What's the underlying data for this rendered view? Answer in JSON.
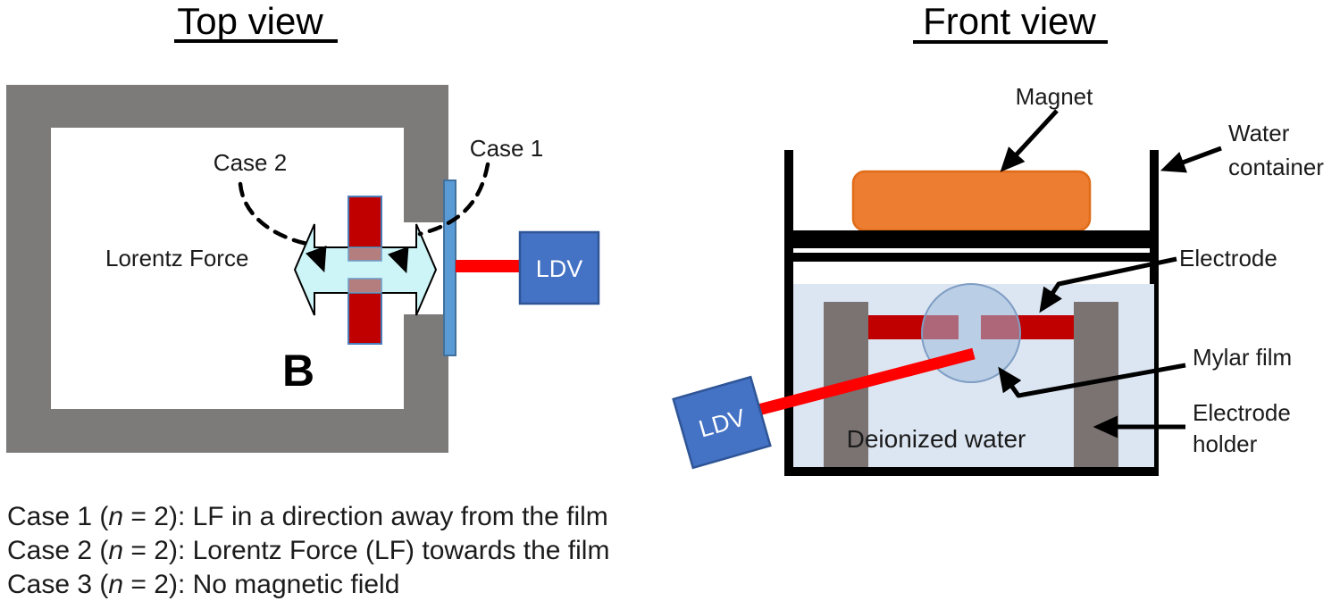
{
  "figure": {
    "top_view": {
      "title": "Top view",
      "labels": {
        "case_1": "Case 1",
        "case_2": "Case 2",
        "lorentz_force": "Lorentz Force",
        "magnetic_field": "B",
        "ldv": "LDV"
      }
    },
    "front_view": {
      "title": "Front view",
      "labels": {
        "magnet": "Magnet",
        "water_container_line1": "Water",
        "water_container_line2": "container",
        "electrode": "Electrode",
        "mylar_film": "Mylar film",
        "electrode_holder_line1": "Electrode",
        "electrode_holder_line2": "holder",
        "deionized_water": "Deionized water",
        "ldv": "LDV"
      }
    },
    "captions": [
      {
        "pre": "Case 1 (",
        "var": "n",
        "post": " = 2): LF in a direction away from the film"
      },
      {
        "pre": "Case 2 (",
        "var": "n",
        "post": " = 2): Lorentz Force (LF) towards the film"
      },
      {
        "pre": "Case 3 (",
        "var": "n",
        "post": " = 2): No magnetic field"
      }
    ],
    "colors": {
      "magnet_yoke_gray": "#7d7a7a",
      "holder_gray": "#7a7372",
      "electrode_red": "#c00000",
      "electrode_overlap": "#b57e7e",
      "laser_red": "#fe0000",
      "ldv_blue": "#4472c4",
      "film_strip_blue": "#5b9bd5",
      "lorentz_arrow_cyan": "#cdf4f6",
      "magnet_orange": "#ed7d31",
      "water_blue": "#dce6f2",
      "mylar_circle_blue": "#9fbbdb",
      "black": "#000000"
    }
  }
}
